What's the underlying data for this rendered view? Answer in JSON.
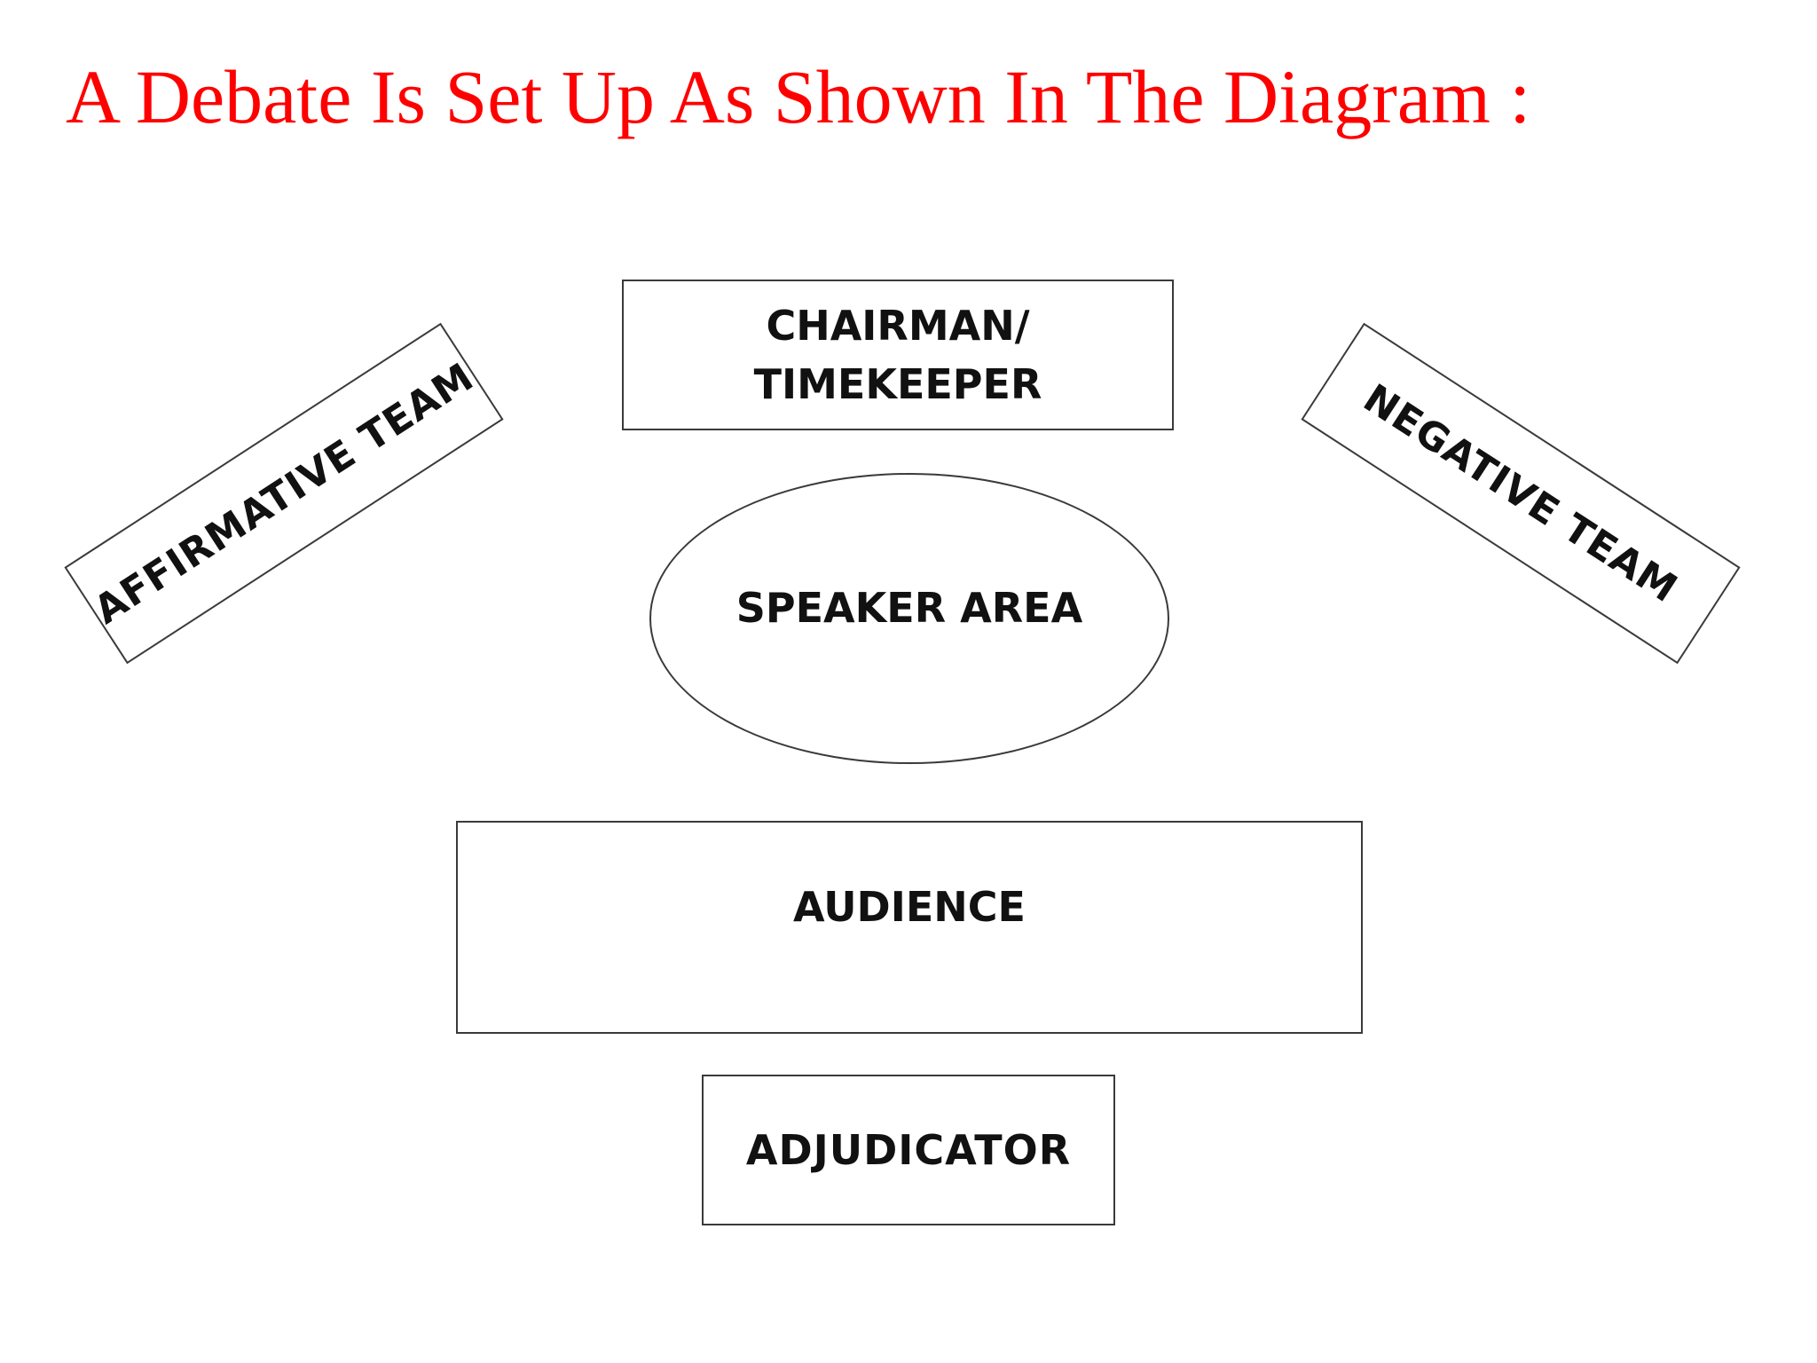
{
  "title": "A Debate Is Set Up As Shown In The Diagram :",
  "colors": {
    "title": "#ff0000",
    "label": "#111111",
    "border": "#3a3a3a",
    "background": "#ffffff"
  },
  "diagram": {
    "chairman": {
      "line1": "CHAIRMAN/",
      "line2": "TIMEKEEPER"
    },
    "speaker_area": "SPEAKER AREA",
    "affirmative_team": "AFFIRMATIVE TEAM",
    "negative_team": "NEGATIVE TEAM",
    "audience": "AUDIENCE",
    "adjudicator": "ADJUDICATOR"
  }
}
